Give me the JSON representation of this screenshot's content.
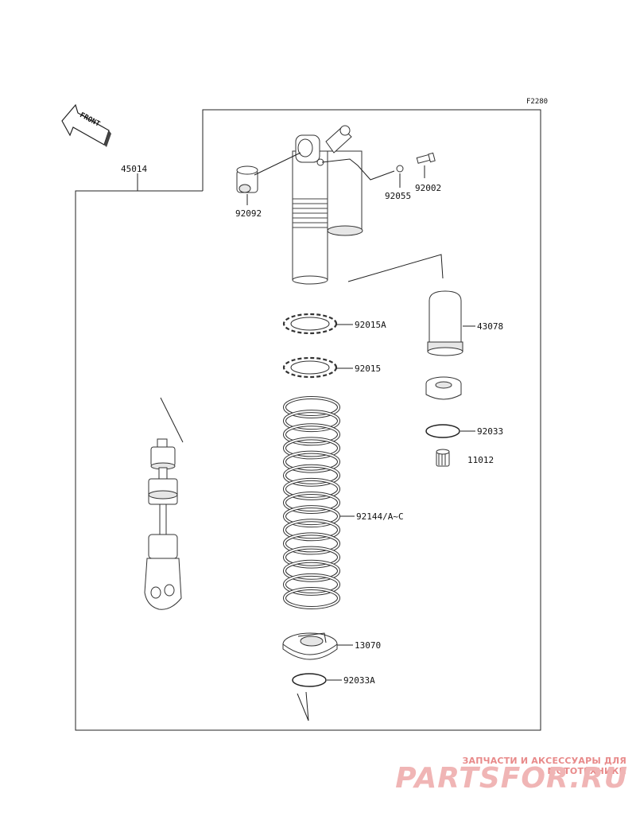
{
  "diagram": {
    "figure_code": "F2280",
    "front_label": "FRONT",
    "assembly_number": "45014",
    "parts": [
      {
        "id": "92092",
        "label": "92092"
      },
      {
        "id": "92055",
        "label": "92055"
      },
      {
        "id": "92002",
        "label": "92002"
      },
      {
        "id": "92015A",
        "label": "92015A"
      },
      {
        "id": "92015",
        "label": "92015"
      },
      {
        "id": "43078",
        "label": "43078"
      },
      {
        "id": "92033",
        "label": "92033"
      },
      {
        "id": "11012",
        "label": "11012"
      },
      {
        "id": "92144",
        "label": "92144/A~C"
      },
      {
        "id": "13070",
        "label": "13070"
      },
      {
        "id": "92033A",
        "label": "92033A"
      }
    ]
  },
  "watermark": {
    "line1": "ЗАПЧАСТИ И АКСЕССУАРЫ ДЛЯ МОТОТЕХНИКИ",
    "brand": "PARTSFOR.RU"
  }
}
